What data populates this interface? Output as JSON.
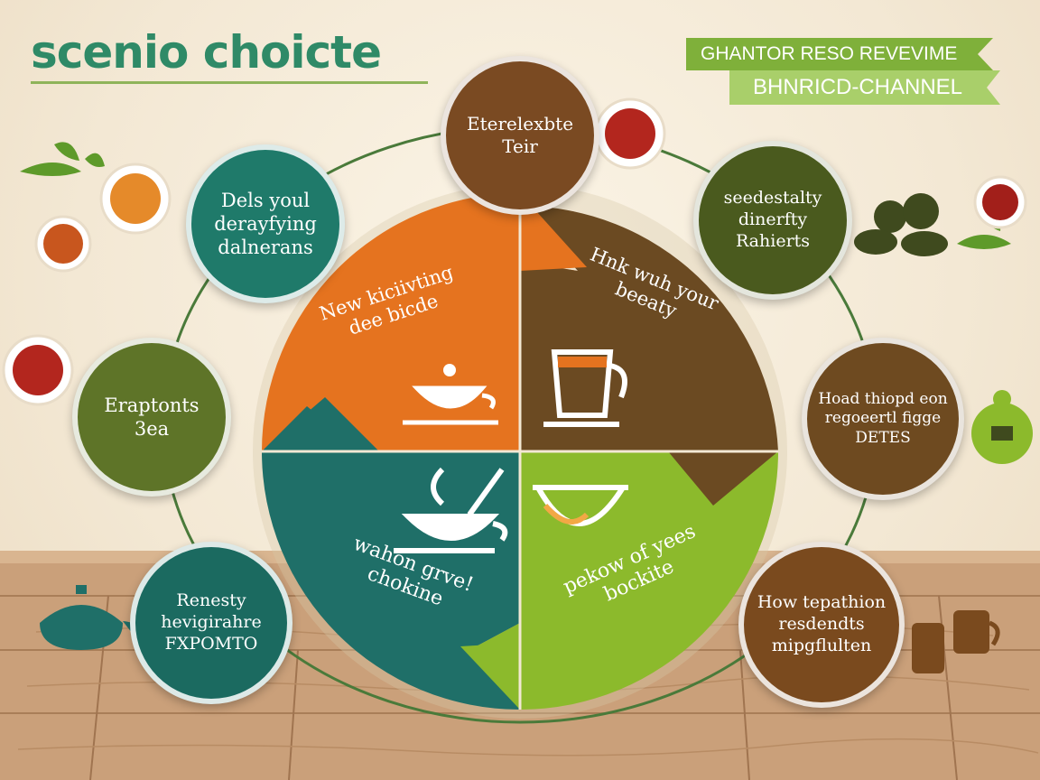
{
  "title": "scenio choicte",
  "banner": {
    "line1": "GHANTOR RESO REVEVIME",
    "line2": "BHNRICD-CHANNEL"
  },
  "center": {
    "segments": [
      {
        "id": "orange",
        "label": "New kiciivting dee bicde",
        "color": "#e5731f"
      },
      {
        "id": "brown",
        "label": "Hnk wuh your beeaty",
        "color": "#6b4a22"
      },
      {
        "id": "teal",
        "label": "wahon grve! chokine",
        "color": "#1f6f68"
      },
      {
        "id": "green",
        "label": "pekow of yees bockite",
        "color": "#8cba2c"
      }
    ]
  },
  "nodes": [
    {
      "id": "top",
      "text": "Eterelexbte Teir",
      "color": "#7a4a22"
    },
    {
      "id": "upper-left",
      "text": "Dels youl derayfying dalnerans",
      "color": "#1f7a6a"
    },
    {
      "id": "upper-right",
      "text": "seedestalty dinerfty Rahierts",
      "color": "#4a5a1e"
    },
    {
      "id": "mid-left",
      "text": "Eraptonts 3ea",
      "color": "#5e7428"
    },
    {
      "id": "mid-right",
      "text": "Hoad thiopd eon regoeertl figge DETES",
      "color": "#6e4a20"
    },
    {
      "id": "lower-left",
      "text": "Renesty hevigirahre FXPOMTO",
      "color": "#1b6a60"
    },
    {
      "id": "lower-right",
      "text": "How tepathion resdendts mipgflulten",
      "color": "#7a4a1e"
    }
  ]
}
